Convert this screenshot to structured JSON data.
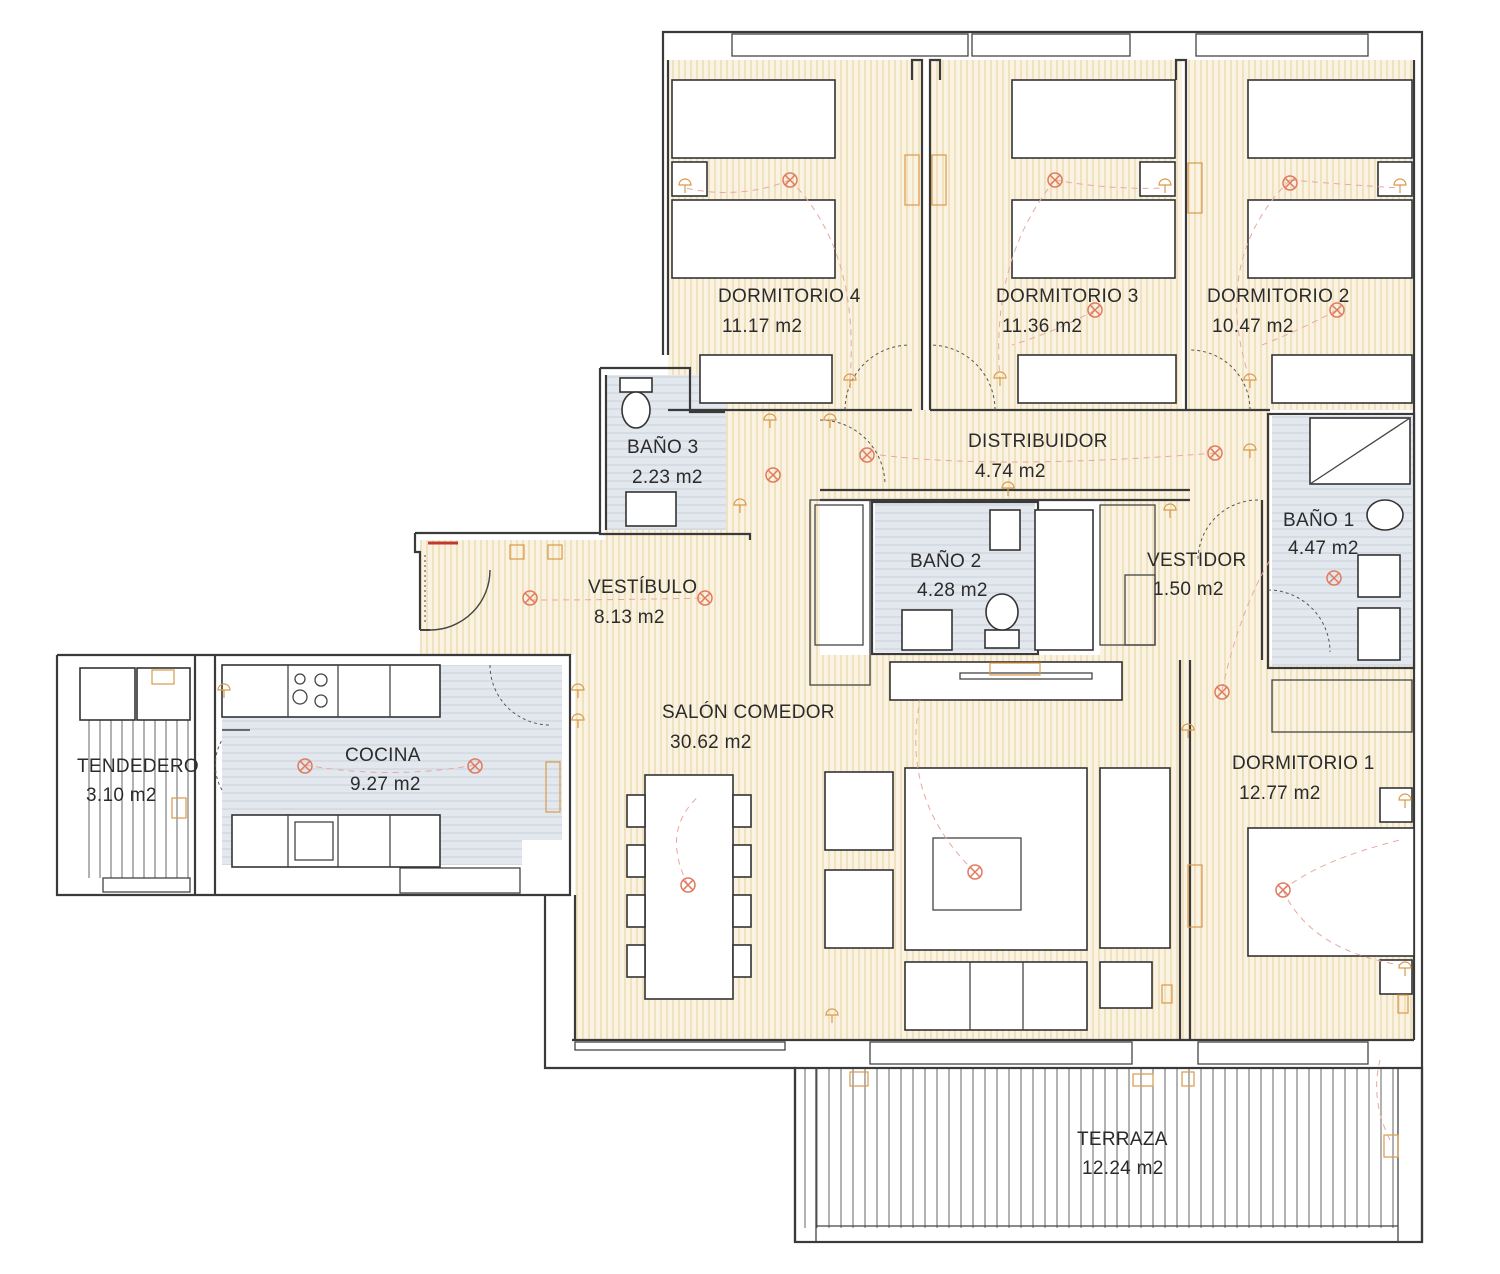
{
  "plan": {
    "rooms": [
      {
        "id": "dormitorio-4",
        "name": "DORMITORIO 4",
        "area": "11.17 m2"
      },
      {
        "id": "dormitorio-3",
        "name": "DORMITORIO 3",
        "area": "11.36 m2"
      },
      {
        "id": "dormitorio-2",
        "name": "DORMITORIO 2",
        "area": "10.47 m2"
      },
      {
        "id": "bano-3",
        "name": "BAÑO 3",
        "area": "2.23 m2"
      },
      {
        "id": "distribuidor",
        "name": "DISTRIBUIDOR",
        "area": "4.74 m2"
      },
      {
        "id": "bano-1",
        "name": "BAÑO 1",
        "area": "4.47 m2"
      },
      {
        "id": "bano-2",
        "name": "BAÑO 2",
        "area": "4.28 m2"
      },
      {
        "id": "vestidor",
        "name": "VESTIDOR",
        "area": "1.50 m2"
      },
      {
        "id": "vestibulo",
        "name": "VESTÍBULO",
        "area": "8.13 m2"
      },
      {
        "id": "salon-comedor",
        "name": "SALÓN COMEDOR",
        "area": "30.62 m2"
      },
      {
        "id": "cocina",
        "name": "COCINA",
        "area": "9.27 m2"
      },
      {
        "id": "tendedero",
        "name": "TENDEDERO",
        "area": "3.10 m2"
      },
      {
        "id": "dormitorio-1",
        "name": "DORMITORIO 1",
        "area": "12.77 m2"
      },
      {
        "id": "terraza",
        "name": "TERRAZA",
        "area": "12.24 m2"
      }
    ],
    "colors": {
      "wood_floor": "#fbf3e2",
      "wood_stripe": "#e8d3a6",
      "tile_floor": "#e3e8ee",
      "tile_stripe": "#c9d1db",
      "wall": "#3a3a3a",
      "electrical": "#d99a4a",
      "lamp": "#e07a5f"
    }
  }
}
